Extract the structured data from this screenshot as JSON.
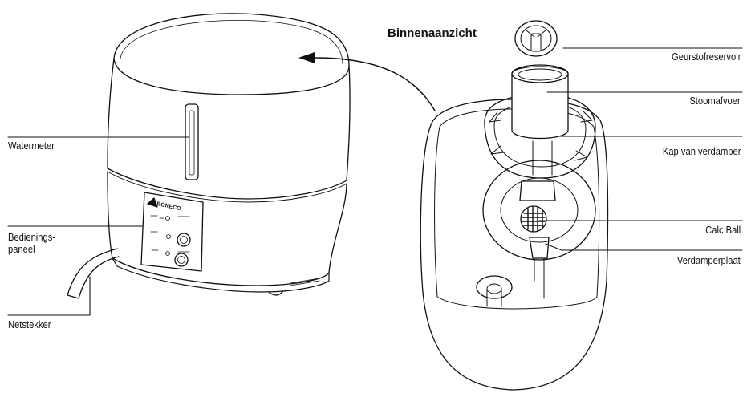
{
  "title": "Binnenaanzicht",
  "labels": {
    "watermeter": "Watermeter",
    "bedieningspaneel": "Bedienings-\npaneel",
    "netstekker": "Netstekker",
    "geurstofreservoir": "Geurstofreservoir",
    "stoomafvoer": "Stoomafvoer",
    "kap_van_verdamper": "Kap van verdamper",
    "calc_ball": "Calc Ball",
    "verdamperplaat": "Verdamperplaat"
  },
  "brand": "BONECO"
}
